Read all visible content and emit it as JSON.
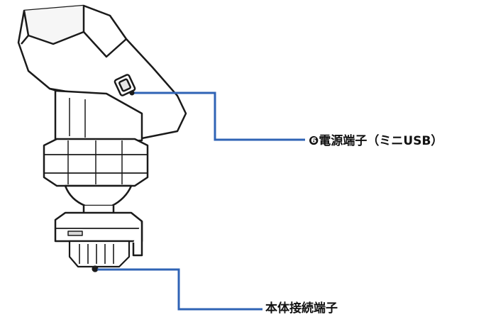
{
  "diagram": {
    "callouts": [
      {
        "id": "power-terminal",
        "text": "❻電源端子（ミニUSB）"
      },
      {
        "id": "body-connector",
        "text": "本体接続端子"
      }
    ],
    "leader_color": "#2f63b5",
    "outline_color": "#1a1a1a",
    "fill_color": "#ffffff",
    "shade_color": "#d9d9d9"
  }
}
